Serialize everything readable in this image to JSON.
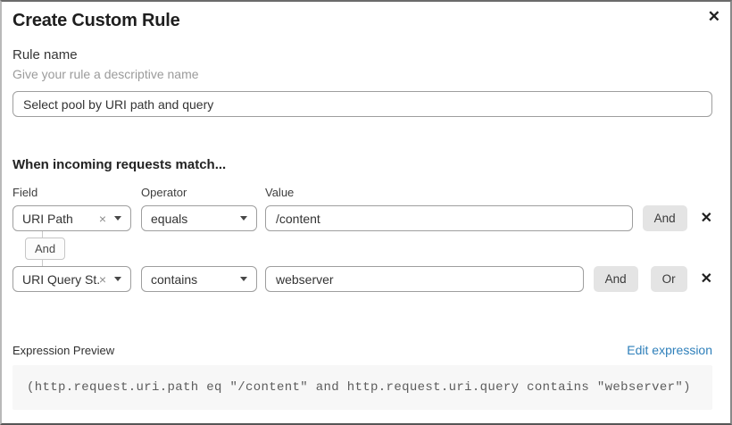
{
  "dialog": {
    "title": "Create Custom Rule"
  },
  "icons": {
    "close": "✕",
    "delete": "✕",
    "clear": "×"
  },
  "rule_name": {
    "label": "Rule name",
    "helper": "Give your rule a descriptive name",
    "value": "Select pool by URI path and query"
  },
  "matcher": {
    "heading": "When incoming requests match...",
    "columns": {
      "field": "Field",
      "operator": "Operator",
      "value": "Value"
    },
    "connector_label": "And",
    "rows": [
      {
        "field": "URI Path",
        "operator": "equals",
        "value": "/content",
        "buttons": [
          "And"
        ]
      },
      {
        "field": "URI Query St...",
        "operator": "contains",
        "value": "webserver",
        "buttons": [
          "And",
          "Or"
        ]
      }
    ]
  },
  "expression": {
    "label": "Expression Preview",
    "edit_link": "Edit expression",
    "code": "(http.request.uri.path eq \"/content\" and http.request.uri.query contains \"webserver\")"
  },
  "colors": {
    "link": "#2e7fba",
    "button_bg": "#e4e4e4",
    "code_bg": "#f7f7f7",
    "border": "#9e9e9e"
  }
}
